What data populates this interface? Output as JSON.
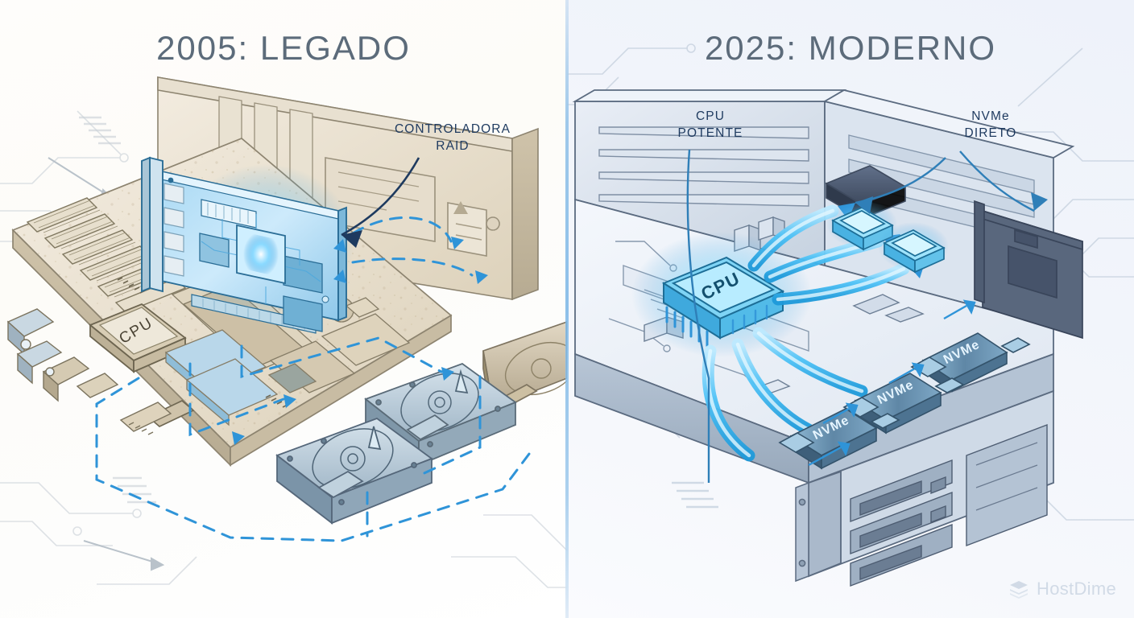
{
  "image": {
    "kind": "technical-comparison-illustration",
    "style": "isometric line illustration"
  },
  "left": {
    "title": "2005: LEGADO",
    "label_raid": "CONTROLADORA\nRAID",
    "cpu_chip_label": "CPU",
    "components": [
      {
        "name": "motherboard",
        "tone": "aged-beige"
      },
      {
        "name": "raid-controller-card",
        "tone": "glowing-blue"
      },
      {
        "name": "hard-disk-drive-1",
        "tone": "blue-gray"
      },
      {
        "name": "hard-disk-drive-2",
        "tone": "blue-gray"
      },
      {
        "name": "hard-disk-drive-3",
        "tone": "aged-beige"
      }
    ],
    "flow": {
      "style": "dashed",
      "color": "#2f94d8",
      "description": "indirect routed path from CPU through RAID controller to drives"
    }
  },
  "right": {
    "title": "2025: MODERNO",
    "label_cpu": "CPU\nPOTENTE",
    "label_nvme": "NVMe\nDIRETO",
    "cpu_chip_label": "CPU",
    "nvme_labels": [
      "NVMe",
      "NVMe",
      "NVMe"
    ],
    "components": [
      {
        "name": "rack-server-chassis",
        "tone": "cool-gray"
      },
      {
        "name": "cpu-package",
        "tone": "glowing-cyan"
      },
      {
        "name": "nvme-drive",
        "tone": "blue"
      },
      {
        "name": "pcie-card",
        "tone": "dark-gray"
      }
    ],
    "flow": {
      "style": "solid-pipe",
      "color": "#4fc3f7",
      "description": "direct glowing lanes from CPU to NVMe drives"
    }
  },
  "watermark": {
    "brand": "HostDime",
    "icon": "stacked-layers-icon"
  },
  "colors": {
    "title": "#5c6b7a",
    "label": "#1e3a5f",
    "accent_blue": "#2f94d8",
    "glow_cyan": "#4fc3f7",
    "legacy_beige": "#d9cdb4",
    "divider": "#7ab6e6",
    "left_bg": "#fdfdfc",
    "right_bg": "#eef2fa",
    "watermark": "#9fb3c8"
  }
}
